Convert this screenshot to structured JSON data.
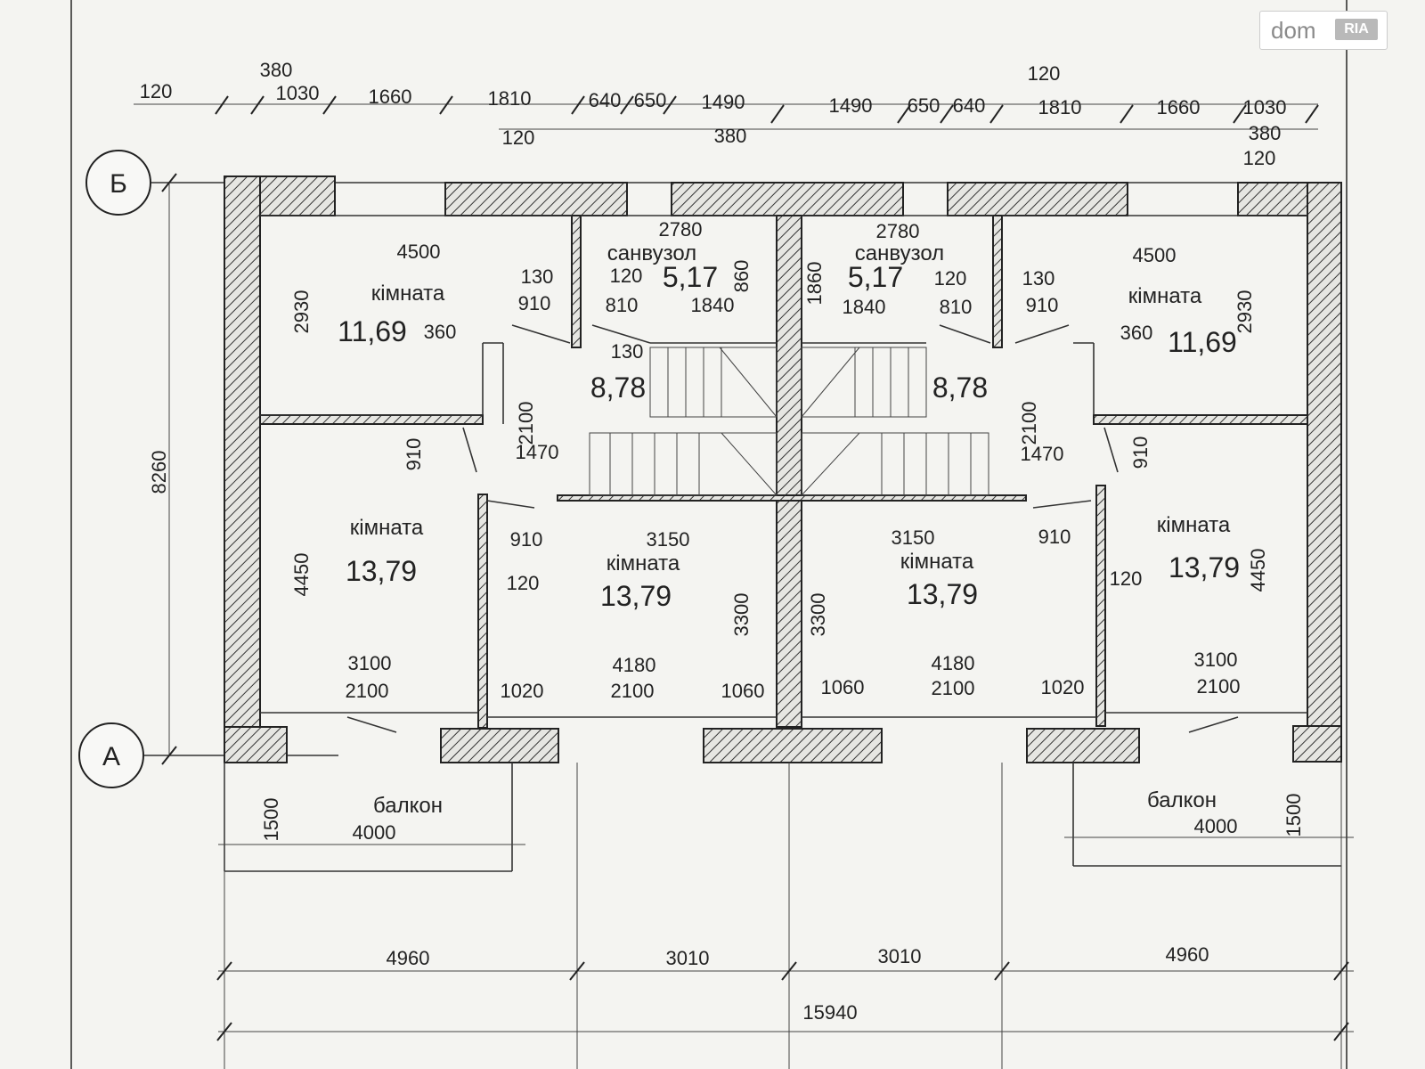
{
  "logo": {
    "text": "dom",
    "badge": "RIA"
  },
  "axes": {
    "top": "Б",
    "bottom": "А"
  },
  "top_dims_row1": [
    "120",
    "380",
    "1030",
    "1660",
    "1810",
    "640",
    "650",
    "1490",
    "1490",
    "650",
    "640",
    "120",
    "1810",
    "1660",
    "1030"
  ],
  "top_dims_row2": [
    "120",
    "380",
    "380",
    "120"
  ],
  "left_dims": {
    "overall": "8260"
  },
  "rooms": [
    {
      "name": "кімната",
      "area": "11,69"
    },
    {
      "name": "санвузол",
      "area": "5,17"
    },
    {
      "name": "санвузол",
      "area": "5,17"
    },
    {
      "name": "кімната",
      "area": "11,69"
    },
    {
      "name": "8,78"
    },
    {
      "name": "8,78"
    },
    {
      "name": "кімната",
      "area": "13,79"
    },
    {
      "name": "кімната",
      "area": "13,79"
    },
    {
      "name": "кімната",
      "area": "13,79"
    },
    {
      "name": "кімната",
      "area": "13,79"
    }
  ],
  "inner_dims": {
    "d4500": "4500",
    "d2930": "2930",
    "d360": "360",
    "d2780": "2780",
    "d130": "130",
    "d120": "120",
    "d910": "910",
    "d810": "810",
    "d1840": "1840",
    "d860": "860",
    "d1860": "1860",
    "d2100": "2100",
    "d1470": "1470",
    "d3150": "3150",
    "d4450": "4450",
    "d3300": "3300",
    "d3100": "3100",
    "d4180": "4180",
    "d1020": "1020",
    "d1060": "1060",
    "d1500": "1500",
    "d4000": "4000"
  },
  "balcony": "балкон",
  "bottom_dims": [
    "4960",
    "3010",
    "3010",
    "4960"
  ],
  "total": "15940"
}
